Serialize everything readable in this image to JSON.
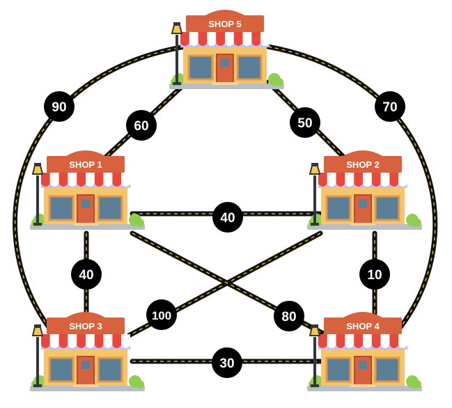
{
  "shops": [
    {
      "id": "shop5",
      "name": "SHOP 5"
    },
    {
      "id": "shop1",
      "name": "SHOP 1"
    },
    {
      "id": "shop2",
      "name": "SHOP 2"
    },
    {
      "id": "shop3",
      "name": "SHOP 3"
    },
    {
      "id": "shop4",
      "name": "SHOP 4"
    }
  ],
  "roads": [
    {
      "id": "shop5-shop1",
      "from": "SHOP 5",
      "to": "SHOP 1",
      "distance": "60"
    },
    {
      "id": "shop5-shop2",
      "from": "SHOP 5",
      "to": "SHOP 2",
      "distance": "50"
    },
    {
      "id": "shop5-shop3",
      "from": "SHOP 5",
      "to": "SHOP 3",
      "distance": "90"
    },
    {
      "id": "shop5-shop4",
      "from": "SHOP 5",
      "to": "SHOP 4",
      "distance": "70"
    },
    {
      "id": "shop1-shop2",
      "from": "SHOP 1",
      "to": "SHOP 2",
      "distance": "40"
    },
    {
      "id": "shop1-shop3",
      "from": "SHOP 1",
      "to": "SHOP 3",
      "distance": "40"
    },
    {
      "id": "shop2-shop4",
      "from": "SHOP 2",
      "to": "SHOP 4",
      "distance": "10"
    },
    {
      "id": "shop2-shop3",
      "from": "SHOP 2",
      "to": "SHOP 3",
      "distance": "100"
    },
    {
      "id": "shop1-shop4",
      "from": "SHOP 1",
      "to": "SHOP 4",
      "distance": "80"
    },
    {
      "id": "shop3-shop4",
      "from": "SHOP 3",
      "to": "SHOP 4",
      "distance": "30"
    }
  ],
  "colors": {
    "road": "#111111",
    "road_dash": "#f2d21b",
    "label_bg": "#000000",
    "label_text": "#ffffff",
    "sign": "#d9623e",
    "wall": "#f6c46a",
    "awning_red": "#e8483c",
    "awning_white": "#ffffff",
    "roof": "#c9bfe0",
    "window": "#5a7f96",
    "door": "#d9623e",
    "lamp": "#2f3640",
    "bush": "#8fcf4f",
    "sidewalk": "#b9bfc7"
  },
  "icons": {
    "shop": "storefront-icon",
    "lamp": "street-lamp-icon",
    "bush": "bush-icon"
  }
}
